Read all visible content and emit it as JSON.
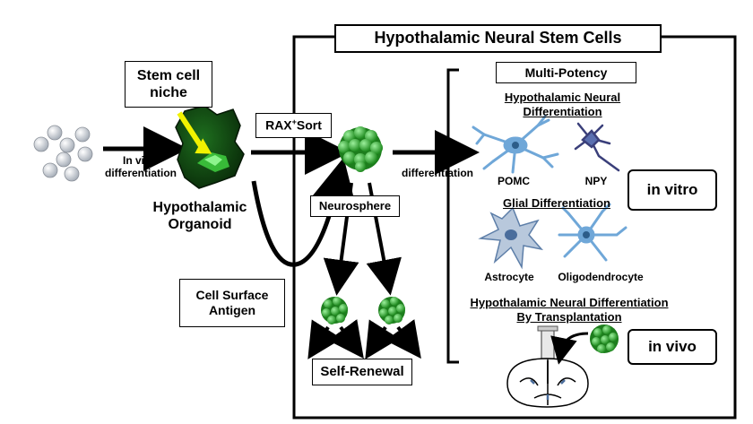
{
  "labels": {
    "main_title": "Hypothalamic Neural Stem Cells",
    "stem_cell_niche": "Stem cell niche",
    "in_vitro_diff_line1": "In vitro",
    "in_vitro_diff_line2": "differentiation",
    "organoid_line1": "Hypothalamic",
    "organoid_line2": "Organoid",
    "rax_sort_main": "RAX",
    "rax_sort_sup": "+",
    "rax_sort_tail": "Sort",
    "differentiation": "differentiation",
    "neurosphere": "Neurosphere",
    "cell_surface_antigen": "Cell Surface Antigen",
    "self_renewal": "Self-Renewal",
    "multi_potency": "Multi-Potency",
    "hyp_neural_diff": "Hypothalamic Neural Differentiation",
    "pomc": "POMC",
    "npy": "NPY",
    "in_vitro": "in vitro",
    "glial_diff": "Glial Differentiation",
    "astrocyte": "Astrocyte",
    "oligodendrocyte": "Oligodendrocyte",
    "transplant_line1": "Hypothalamic Neural Differentiation",
    "transplant_line2": "By Transplantation",
    "in_vivo": "in vivo"
  },
  "colors": {
    "sphere_green": "#2e9e2e",
    "sphere_highlight": "#7be07b",
    "organoid_dark": "#0f3d0f",
    "organoid_light": "#3fcf3f",
    "niche_arrow": "#f2f200",
    "neuron_blue": "#6fa7d8",
    "astro_gray": "#b8c8dc",
    "bead_gray": "#c9ced6"
  }
}
